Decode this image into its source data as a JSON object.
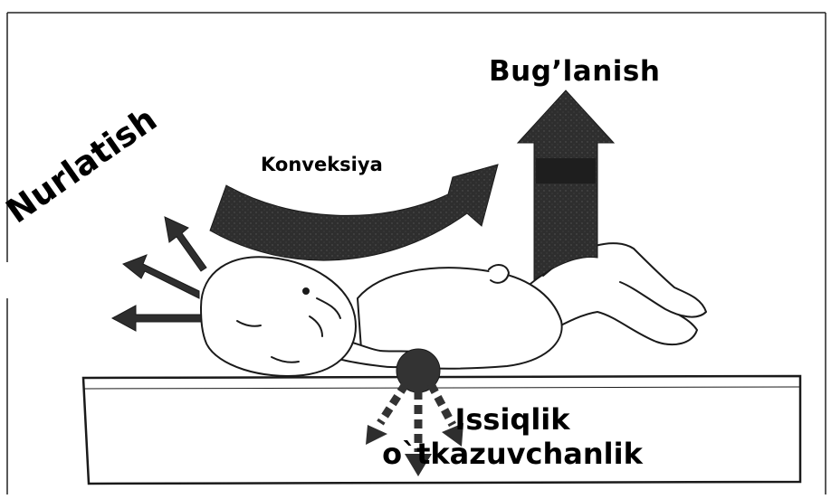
{
  "labels": {
    "evaporation": "Bug’lanish",
    "convection": "Konveksiya",
    "radiation": "Nurlatish",
    "conduction_line1": "Issiqlik",
    "conduction_line2": "o`tkazuvchanlik"
  },
  "colors": {
    "arrow_fill": "#2e2e2e",
    "line": "#1a1a1a",
    "background": "#ffffff"
  }
}
